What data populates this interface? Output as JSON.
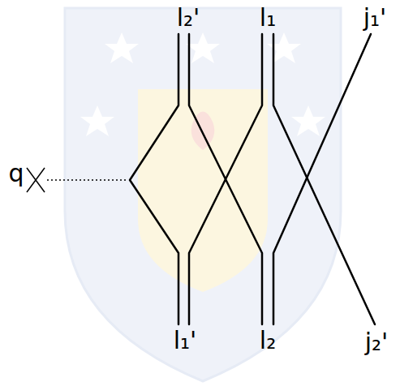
{
  "diagram": {
    "labels": [
      "l₂'",
      "l₁",
      "j₁'",
      "q",
      "l₁'",
      "l₂",
      "j₂'"
    ]
  }
}
